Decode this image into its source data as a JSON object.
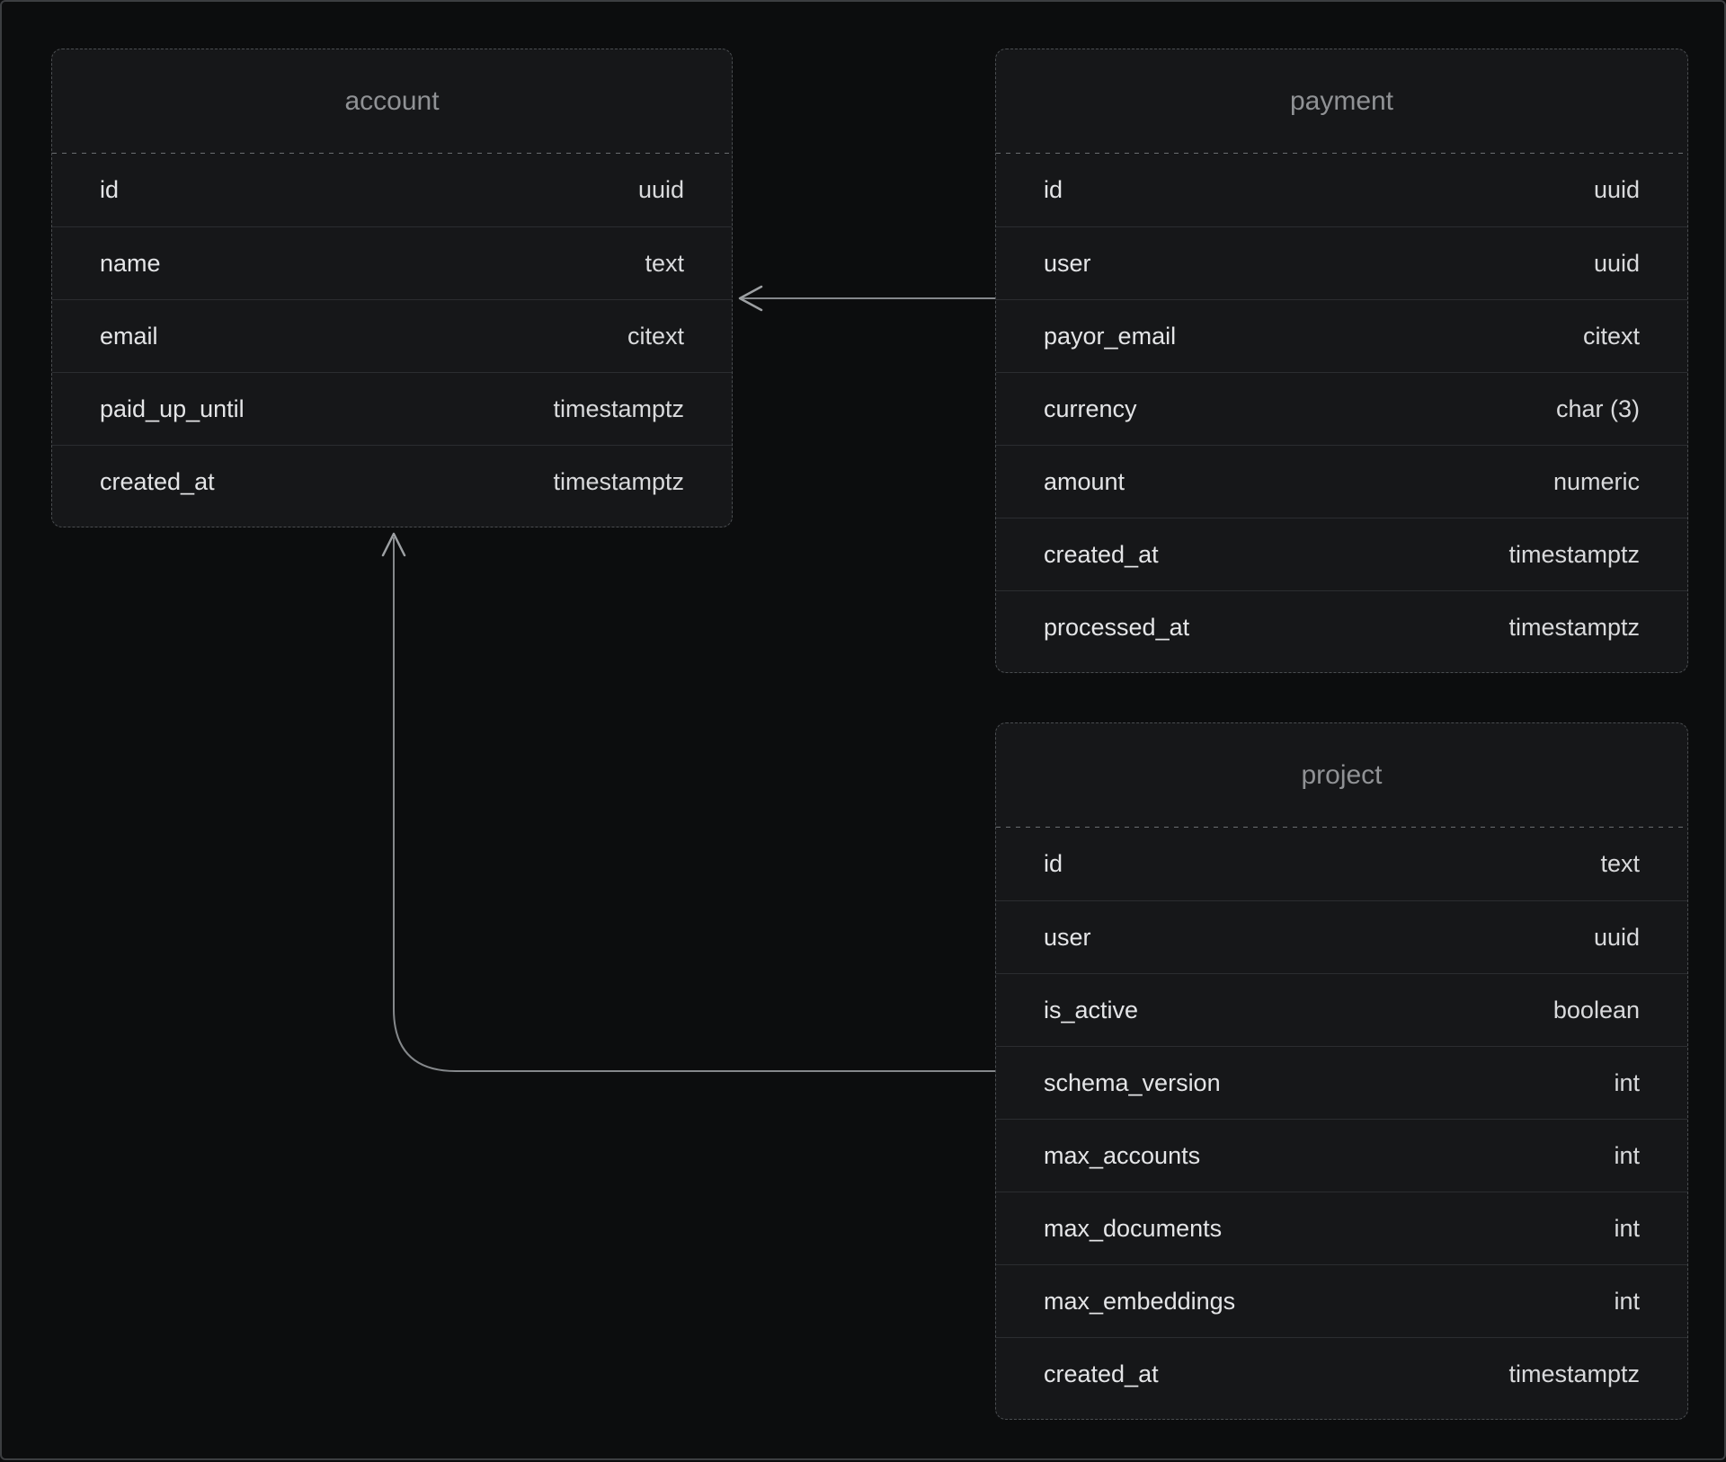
{
  "diagram": {
    "tables": [
      {
        "name": "account",
        "columns": [
          {
            "name": "id",
            "type": "uuid"
          },
          {
            "name": "name",
            "type": "text"
          },
          {
            "name": "email",
            "type": "citext"
          },
          {
            "name": "paid_up_until",
            "type": "timestamptz"
          },
          {
            "name": "created_at",
            "type": "timestamptz"
          }
        ]
      },
      {
        "name": "payment",
        "columns": [
          {
            "name": "id",
            "type": "uuid"
          },
          {
            "name": "user",
            "type": "uuid"
          },
          {
            "name": "payor_email",
            "type": "citext"
          },
          {
            "name": "currency",
            "type": "char (3)"
          },
          {
            "name": "amount",
            "type": "numeric"
          },
          {
            "name": "created_at",
            "type": "timestamptz"
          },
          {
            "name": "processed_at",
            "type": "timestamptz"
          }
        ]
      },
      {
        "name": "project",
        "columns": [
          {
            "name": "id",
            "type": "text"
          },
          {
            "name": "user",
            "type": "uuid"
          },
          {
            "name": "is_active",
            "type": "boolean"
          },
          {
            "name": "schema_version",
            "type": "int"
          },
          {
            "name": "max_accounts",
            "type": "int"
          },
          {
            "name": "max_documents",
            "type": "int"
          },
          {
            "name": "max_embeddings",
            "type": "int"
          },
          {
            "name": "created_at",
            "type": "timestamptz"
          }
        ]
      }
    ],
    "relationships": [
      {
        "from": "payment",
        "to": "account"
      },
      {
        "from": "project",
        "to": "account"
      }
    ],
    "colors": {
      "canvas_bg": "#0c0d0e",
      "table_bg": "#161719",
      "table_border": "#4a4d50",
      "row_divider": "#2b2d30",
      "header_divider": "#6a6d70",
      "title_text": "#909295",
      "column_text": "#e4e5e7",
      "type_text": "#d9dadc",
      "edge_color": "#85888b"
    }
  }
}
